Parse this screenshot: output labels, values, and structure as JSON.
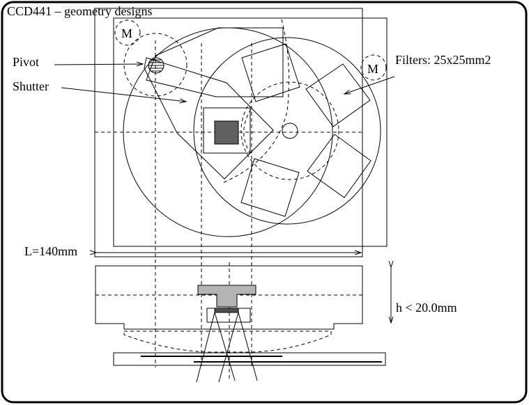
{
  "title": "CCD441 – geometry designs",
  "labels": {
    "pivot": "Pivot",
    "shutter": "Shutter",
    "filters": "Filters: 25x25mm2",
    "motor_left": "M",
    "motor_right": "M",
    "length": "L=140mm",
    "height": "h < 20.0mm"
  },
  "colors": {
    "ccd": "#606060",
    "mount": "#b4b4b4",
    "ccd_side": "#505050"
  }
}
